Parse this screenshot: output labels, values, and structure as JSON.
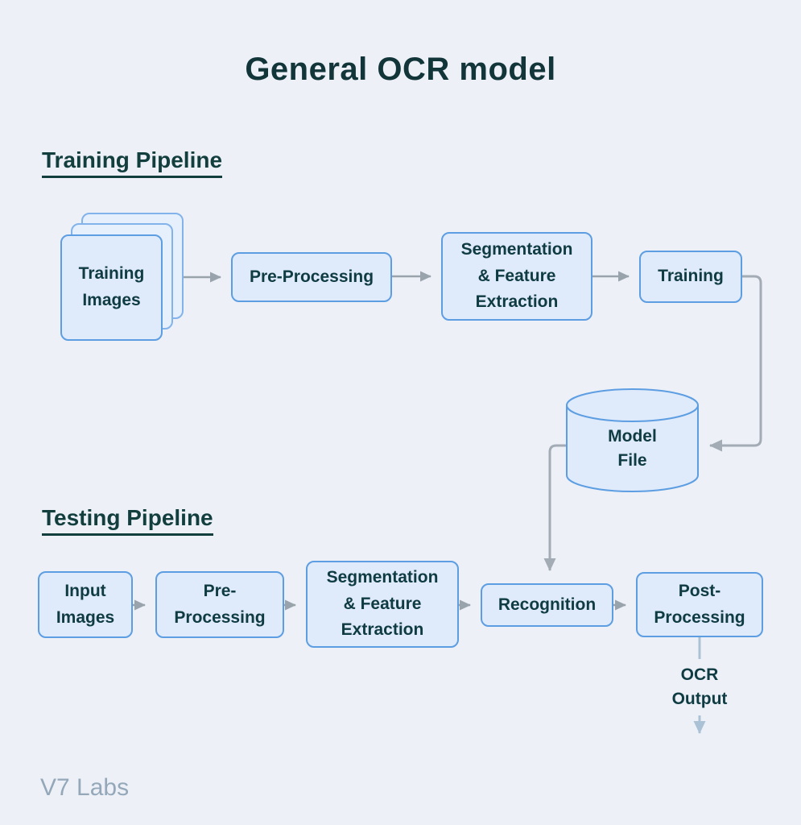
{
  "title": "General OCR model",
  "watermark": "V7 Labs",
  "colors": {
    "background": "#edf1f7",
    "node_fill": "#dfeafb",
    "node_border": "#5d9ee2",
    "stack_card_fill": "#e6effc",
    "stack_card_border": "#82b3ea",
    "text_dark_teal": "#0f3b43",
    "arrow_gray": "#99a3ac",
    "connector_gray": "#a3acb4",
    "arrow_blue_gray": "#abc2d6"
  },
  "training": {
    "heading": "Training Pipeline",
    "nodes": [
      {
        "label": "Training\nImages"
      },
      {
        "label": "Pre-Processing"
      },
      {
        "label": "Segmentation\n& Feature\nExtraction"
      },
      {
        "label": "Training"
      }
    ]
  },
  "model_store": {
    "label": "Model\nFile"
  },
  "testing": {
    "heading": "Testing Pipeline",
    "nodes": [
      {
        "label": "Input\nImages"
      },
      {
        "label": "Pre-\nProcessing"
      },
      {
        "label": "Segmentation\n& Feature\nExtraction"
      },
      {
        "label": "Recognition"
      },
      {
        "label": "Post-\nProcessing"
      }
    ],
    "output_label": "OCR\nOutput"
  }
}
